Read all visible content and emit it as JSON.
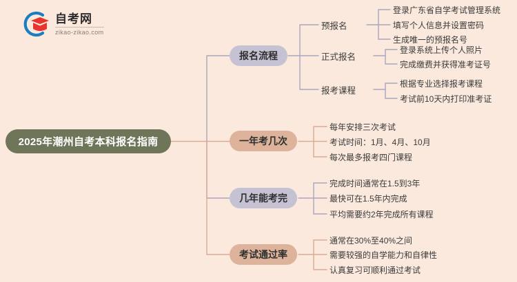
{
  "logo": {
    "name": "zikao-logo",
    "title": "自考网",
    "subtitle": "zikao-zikao.com"
  },
  "colors": {
    "background": "#fbe9dd",
    "root": "#6e7559",
    "branch_purple": "#c5c2d4",
    "branch_peach": "#ddb39b",
    "link_purple": "#a9a6bd",
    "link_peach": "#d8ab93",
    "text_dark": "#3b3b3b",
    "root_text": "#ffffff"
  },
  "mindmap": {
    "root": "2025年潮州自考本科报名指南",
    "branches": [
      {
        "label": "报名流程",
        "color": "purple",
        "subs": [
          {
            "label": "预报名",
            "leaves": [
              "登录广东省自学考试管理系统",
              "填写个人信息并设置密码",
              "生成唯一的预报名号"
            ]
          },
          {
            "label": "正式报名",
            "leaves": [
              "登录系统上传个人照片",
              "完成缴费并获得准考证号"
            ]
          },
          {
            "label": "报考课程",
            "leaves": [
              "根据专业选择报考课程",
              "考试前10天内打印准考证"
            ]
          }
        ]
      },
      {
        "label": "一年考几次",
        "color": "peach",
        "leaves": [
          "每年安排三次考试",
          "考试时间：1月、4月、10月",
          "每次最多报考四门课程"
        ]
      },
      {
        "label": "几年能考完",
        "color": "purple",
        "leaves": [
          "完成时间通常在1.5到3年",
          "最快可在1.5年内完成",
          "平均需要约2年完成所有课程"
        ]
      },
      {
        "label": "考试通过率",
        "color": "peach",
        "leaves": [
          "通常在30%至40%之间",
          "需要较强的自学能力和自律性",
          "认真复习可顺利通过考试"
        ]
      }
    ]
  }
}
